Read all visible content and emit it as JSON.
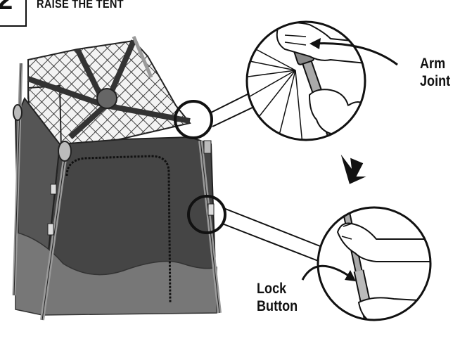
{
  "step": {
    "number": "2",
    "title": "RAISE THE TENT"
  },
  "callouts": {
    "arm_joint": [
      "Arm",
      "Joint"
    ],
    "lock_button": [
      "Lock",
      "Button"
    ]
  },
  "colors": {
    "ink": "#111111",
    "wall_dark": "#454545",
    "wall_mid": "#6a6a6a",
    "pole": "#9a9a9a"
  }
}
